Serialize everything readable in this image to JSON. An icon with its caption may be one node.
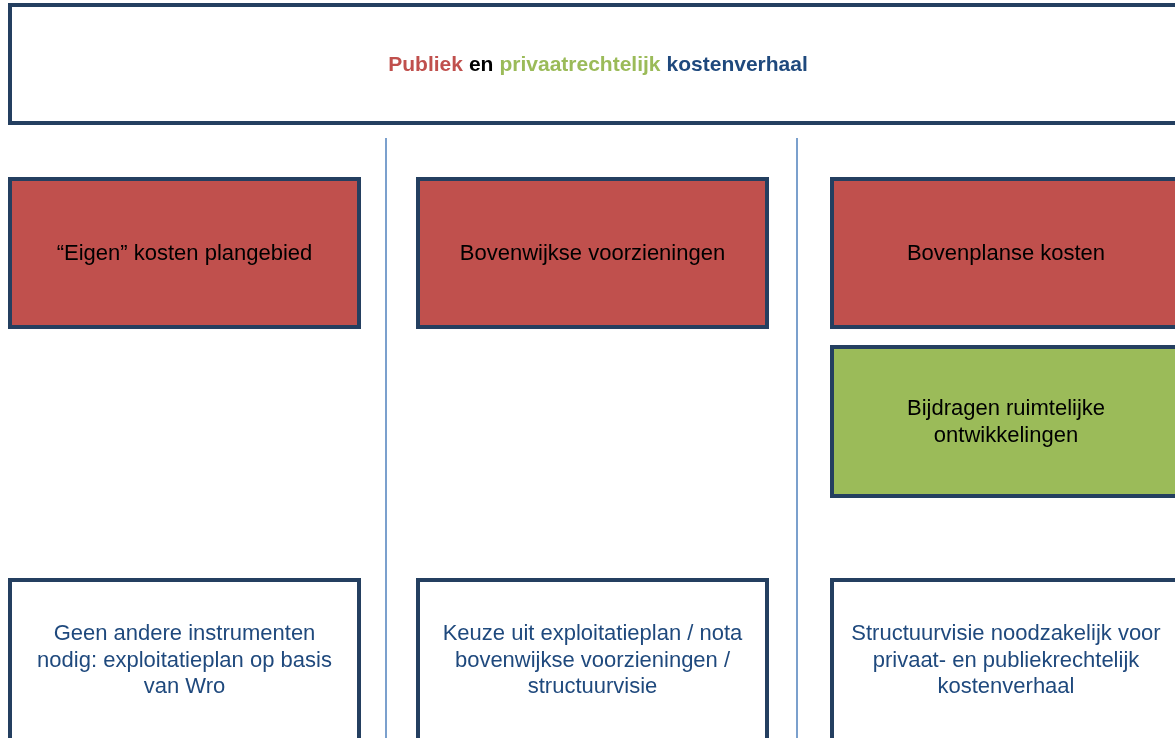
{
  "diagram": {
    "nodes": [
      {
        "text": [
          "Publiek",
          "en",
          "privaatrechtelijk",
          "kostenverhaal"
        ]
      },
      {
        "text": [
          "“Eigen” kosten plangebied"
        ]
      },
      {
        "text": [
          "Bovenwijkse voorzieningen"
        ]
      },
      {
        "text": [
          "Bovenplanse kosten"
        ]
      },
      {
        "text": [
          "Bijdragen ruimtelijke ontwikkelingen"
        ]
      },
      {
        "text": [
          "Geen andere instrumenten nodig: exploitatieplan op basis van Wro"
        ]
      },
      {
        "text": [
          "Keuze uit exploitatieplan / nota bovenwijkse voorzieningen / structuurvisie"
        ]
      },
      {
        "text": [
          "Structuurvisie noodzakelijk voor privaat- en publiekrechtelijk kostenverhaal"
        ]
      }
    ],
    "edges": []
  }
}
